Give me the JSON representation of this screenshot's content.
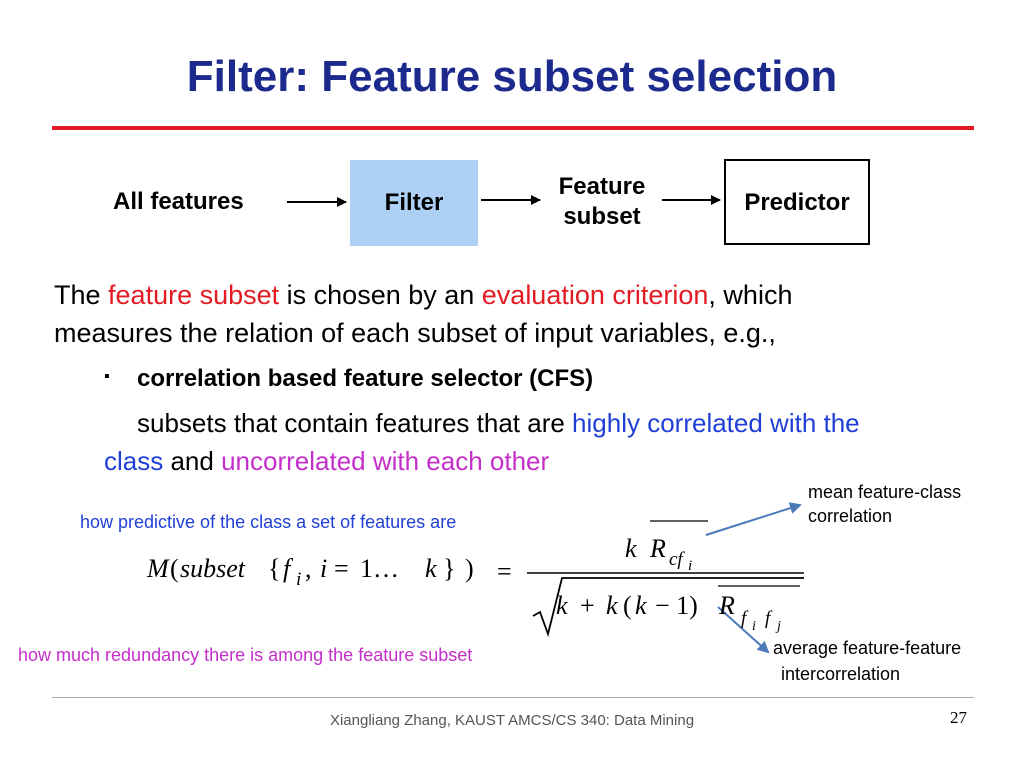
{
  "slide": {
    "title": "Filter: Feature subset selection",
    "accent_color": "#e31b23",
    "title_color": "#1b2a8c"
  },
  "diagram": {
    "input_label": "All features",
    "filter_label": "Filter",
    "output_line1": "Feature",
    "output_line2": "subset",
    "predictor_label": "Predictor",
    "filter_box_color": "#aed0f5"
  },
  "body": {
    "p1_a": "The ",
    "p1_b": "feature subset",
    "p1_c": " is chosen by an ",
    "p1_d": "evaluation criterion",
    "p1_e": ", which",
    "p2": "measures the relation of each subset of input variables, e.g.,",
    "bullet_marker": "▪",
    "bullet": "correlation based feature selector (CFS)",
    "cfs_a": "subsets that contain features that are ",
    "cfs_b": "highly correlated with the",
    "cfs_c": "class",
    "cfs_d": " and ",
    "cfs_e": "uncorrelated with each other"
  },
  "annotations": {
    "predictive": "how predictive of the class a set of features are",
    "redundancy": "how much redundancy there is among the feature subset",
    "mean_line1": "mean feature-class",
    "mean_line2": "correlation",
    "average_line1": "average feature-feature",
    "average_line2": "intercorrelation"
  },
  "formula": {
    "lhs_M": "M",
    "lhs_open": "(",
    "lhs_subset": "subset",
    "lhs_brace_open": "{",
    "lhs_f": "f",
    "lhs_i": "i",
    "lhs_comma": ",",
    "lhs_i2": "i",
    "lhs_eq1": "=",
    "lhs_range": "1…",
    "lhs_k": "k",
    "lhs_brace_close": "}",
    "lhs_close": ")",
    "equals": "=",
    "num_k": "k",
    "num_R": "R",
    "num_sub_cf": "cf",
    "num_sub_i": "i",
    "den_k1": "k",
    "den_plus": "+",
    "den_k2": "k",
    "den_paren": "(",
    "den_k3": "k",
    "den_minus1": "− 1)",
    "den_R": "R",
    "den_sub_fi": "f",
    "den_sub_i": "i",
    "den_sub_fj": "f",
    "den_sub_j": "j"
  },
  "footer": {
    "text": "Xiangliang Zhang, KAUST AMCS/CS 340: Data Mining",
    "page": "27"
  }
}
